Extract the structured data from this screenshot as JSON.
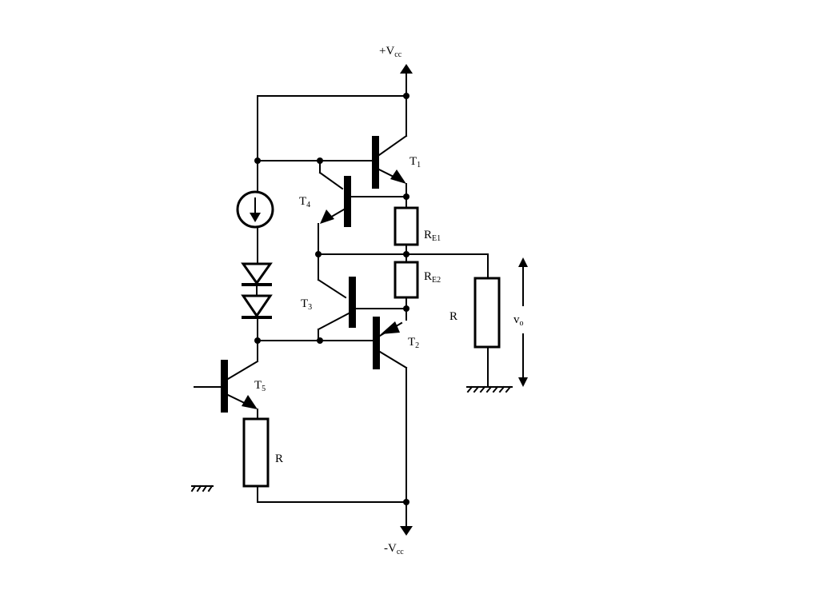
{
  "labels": {
    "vcc_pos": "+V",
    "vcc_pos_sub": "cc",
    "vcc_neg": "-V",
    "vcc_neg_sub": "cc",
    "t1": "T",
    "t1_sub": "1",
    "t2": "T",
    "t2_sub": "2",
    "t3": "T",
    "t3_sub": "3",
    "t4": "T",
    "t4_sub": "4",
    "t5": "T",
    "t5_sub": "5",
    "re1": "R",
    "re1_sub": "E1",
    "re2": "R",
    "re2_sub": "E2",
    "r_bottom": "R",
    "r_load": "R",
    "v_out": "v",
    "v_out_sub": "o"
  }
}
